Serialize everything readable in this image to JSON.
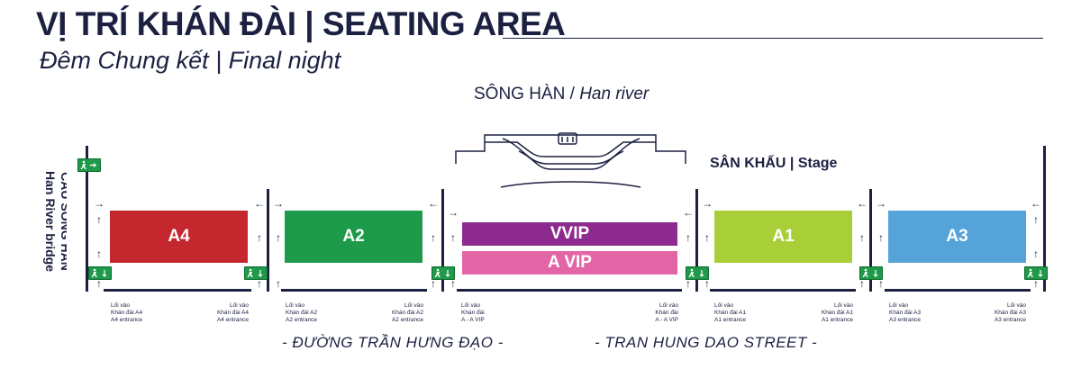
{
  "header": {
    "title": "VỊ TRÍ KHÁN ĐÀI | SEATING AREA",
    "subtitle": "Đêm Chung kết | Final night"
  },
  "river": {
    "vi": "SÔNG HÀN /",
    "en": "Han river"
  },
  "stage_label": "SÂN KHẤU | Stage",
  "bridge": {
    "vi": "CẦU SÔNG HÀN",
    "en": "Han River bridge"
  },
  "sections": [
    {
      "id": "a4",
      "label": "A4",
      "color": "#c5272f"
    },
    {
      "id": "a2",
      "label": "A2",
      "color": "#1e9a4b"
    },
    {
      "id": "vvip",
      "label": "VVIP",
      "color": "#8d2a8f"
    },
    {
      "id": "avip",
      "label": "A VIP",
      "color": "#e265a6"
    },
    {
      "id": "a1",
      "label": "A1",
      "color": "#a9cf38"
    },
    {
      "id": "a3",
      "label": "A3",
      "color": "#56a3da"
    }
  ],
  "entrances": {
    "a4": [
      "Lối vào",
      "Khán đài A4",
      "A4 entrance"
    ],
    "a2": [
      "Lối vào",
      "Khán đài A2",
      "A2 entrance"
    ],
    "vip": [
      "Lối vào",
      "Khán đài",
      "A - A VIP"
    ],
    "a1": [
      "Lối vào",
      "Khán đài A1",
      "A1 entrance"
    ],
    "a3": [
      "Lối vào",
      "Khán đài A3",
      "A3 entrance"
    ]
  },
  "street": {
    "vi": "- ĐƯỜNG TRẦN HƯNG ĐẠO -",
    "en": "- TRAN HUNG DAO STREET -"
  },
  "icons": {
    "arrow": "arrow-icon",
    "exit": "exit-sign-icon"
  }
}
